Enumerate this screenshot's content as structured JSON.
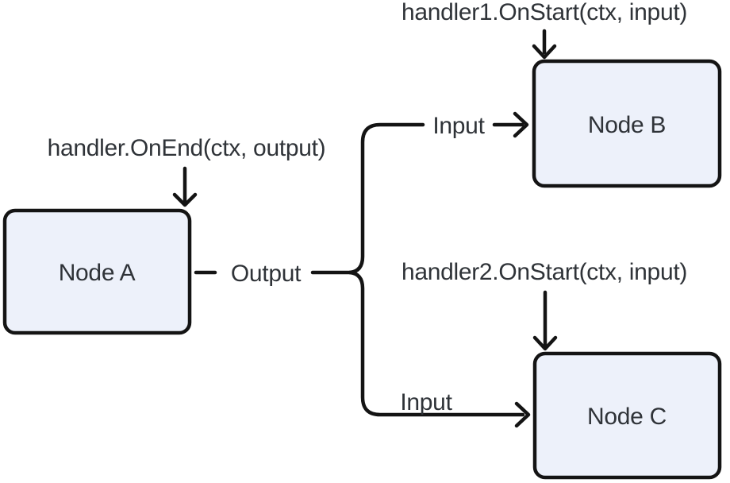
{
  "diagram": {
    "nodes": {
      "a": {
        "label": "Node A"
      },
      "b": {
        "label": "Node B"
      },
      "c": {
        "label": "Node C"
      }
    },
    "annotations": {
      "node_a_end_hook": "handler.OnEnd(ctx, output)",
      "node_b_start_hook": "handler1.OnStart(ctx, input)",
      "node_c_start_hook": "handler2.OnStart(ctx, input)"
    },
    "edges": {
      "output_label": "Output",
      "input_to_b_label": "Input",
      "input_to_c_label": "Input"
    },
    "colors": {
      "background": "#ffffff",
      "node_fill": "#edf1fa",
      "node_border": "#141414",
      "connector": "#141414",
      "text": "#2f3338"
    }
  }
}
